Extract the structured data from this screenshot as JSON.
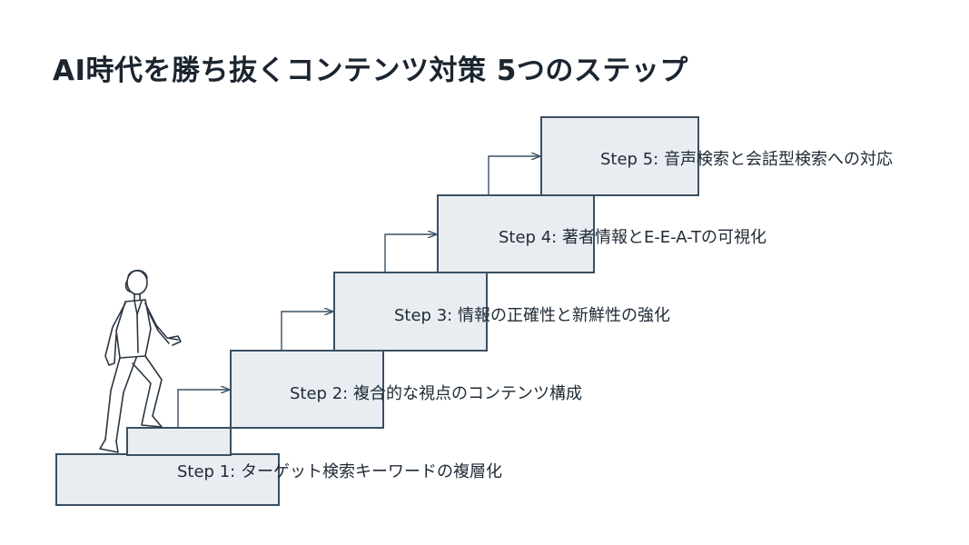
{
  "title": "AI時代を勝ち抜くコンテンツ対策 5つのステップ",
  "colors": {
    "box_fill": "#e9edf2",
    "box_stroke": "#3a4f63",
    "arrow": "#3a4f63",
    "figure_stroke": "#2b3642"
  },
  "steps": [
    {
      "label": "Step 1: ターゲット検索キーワードの複層化"
    },
    {
      "label": "Step 2: 複合的な視点のコンテンツ構成"
    },
    {
      "label": "Step 3: 情報の正確性と新鮮性の強化"
    },
    {
      "label": "Step 4: 著者情報とE-E-A-Tの可視化"
    },
    {
      "label": "Step 5: 音声検索と会話型検索への対応"
    }
  ],
  "illustration": {
    "icon": "businesswoman-climbing-icon"
  }
}
